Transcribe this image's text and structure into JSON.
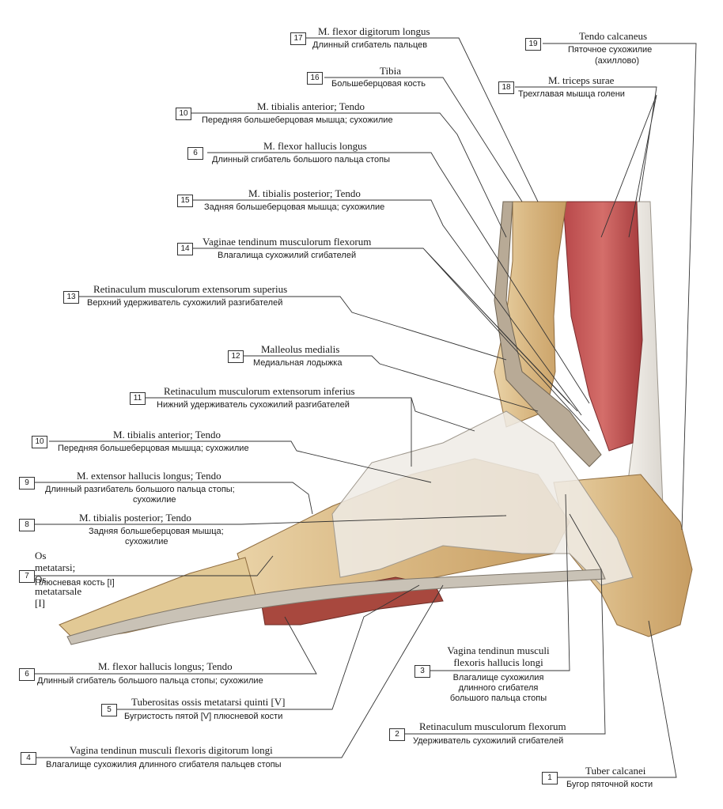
{
  "labels": [
    {
      "num": "17",
      "latin": "M. flexor digitorum longus",
      "ru": [
        "Длинный сгибатель пальцев"
      ]
    },
    {
      "num": "19",
      "latin": "Tendo calcaneus",
      "ru": [
        "Пяточное сухожилие",
        "(ахиллово)"
      ]
    },
    {
      "num": "16",
      "latin": "Tibia",
      "ru": [
        "Большеберцовая кость"
      ]
    },
    {
      "num": "18",
      "latin": "M. triceps surae",
      "ru": [
        "Трехглавая мышца голени"
      ]
    },
    {
      "num": "10",
      "latin": "M. tibialis anterior; Tendo",
      "ru": [
        "Передняя большеберцовая мышца; сухожилие"
      ]
    },
    {
      "num": "6",
      "latin": "M. flexor hallucis longus",
      "ru": [
        "Длинный сгибатель большого пальца стопы"
      ]
    },
    {
      "num": "15",
      "latin": "M. tibialis posterior; Tendo",
      "ru": [
        "Задняя большеберцовая мышца; сухожилие"
      ]
    },
    {
      "num": "14",
      "latin": "Vaginae tendinum musculorum flexorum",
      "ru": [
        "Влагалища сухожилий сгибателей"
      ]
    },
    {
      "num": "13",
      "latin": "Retinaculum musculorum extensorum superius",
      "ru": [
        "Верхний удерживатель сухожилий разгибателей"
      ]
    },
    {
      "num": "12",
      "latin": "Malleolus medialis",
      "ru": [
        "Медиальная лодыжка"
      ]
    },
    {
      "num": "11",
      "latin": "Retinaculum musculorum extensorum inferius",
      "ru": [
        "Нижний удерживатель сухожилий разгибателей"
      ]
    },
    {
      "num": "10",
      "latin": "M. tibialis anterior; Tendo",
      "ru": [
        "Передняя большеберцовая мышца; сухожилие"
      ]
    },
    {
      "num": "9",
      "latin": "M. extensor hallucis longus; Tendo",
      "ru": [
        "Длинный разгибатель большого пальца стопы;",
        "сухожилие"
      ]
    },
    {
      "num": "8",
      "latin": "M. tibialis posterior; Tendo",
      "ru": [
        "Задняя большеберцовая мышца;",
        "сухожилие"
      ]
    },
    {
      "num": "7",
      "latin": "Os metatarsi;\nOs metatarsale [I]",
      "ru": [
        "Плюсневая кость [I]"
      ]
    },
    {
      "num": "6",
      "latin": "M. flexor hallucis longus; Tendo",
      "ru": [
        "Длинный сгибатель большого пальца стопы; сухожилие"
      ]
    },
    {
      "num": "3",
      "latin": "Vagina tendinun musculi\nflexoris hallucis longi",
      "ru": [
        "Влагалище сухожилия",
        "длинного сгибателя",
        "большого пальца стопы"
      ]
    },
    {
      "num": "5",
      "latin": "Tuberositas ossis metatarsi quinti [V]",
      "ru": [
        "Бугристость пятой [V] плюсневой кости"
      ]
    },
    {
      "num": "2",
      "latin": "Retinaculum musculorum flexorum",
      "ru": [
        "Удерживатель сухожилий сгибателей"
      ]
    },
    {
      "num": "4",
      "latin": "Vagina tendinun musculi flexoris digitorum longi",
      "ru": [
        "Влагалище сухожилия длинного сгибателя пальцев стопы"
      ]
    },
    {
      "num": "1",
      "latin": "Tuber calcanei",
      "ru": [
        "Бугор пяточной кости"
      ]
    }
  ]
}
